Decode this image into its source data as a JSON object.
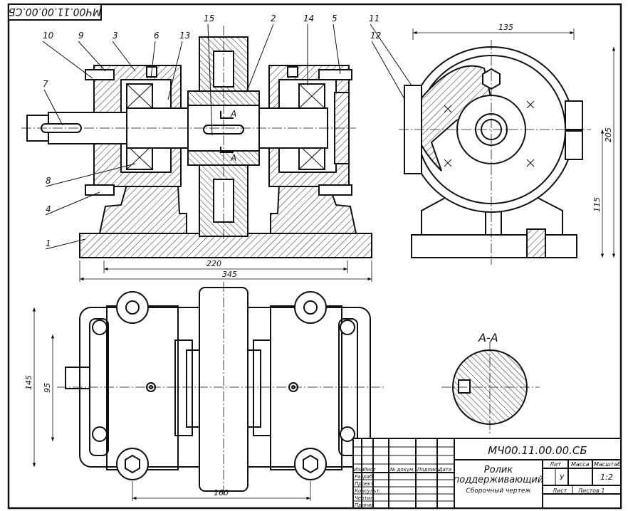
{
  "drawing": {
    "corner_code": "МЧ00.11.00.00.СБ",
    "section_title": "А-А",
    "section_mark": "А",
    "callouts": [
      "1",
      "2",
      "3",
      "4",
      "5",
      "6",
      "7",
      "8",
      "9",
      "10",
      "11",
      "12",
      "13",
      "14",
      "15"
    ],
    "dimensions": {
      "d220": "220",
      "d345": "345",
      "d135": "135",
      "d205": "205",
      "d115": "115",
      "d145": "145",
      "d95": "95",
      "d160": "160"
    }
  },
  "title_block": {
    "code": "МЧ00.11.00.00.СБ",
    "name_line1": "Ролик",
    "name_line2": "поддерживающий",
    "subtitle": "Сборочный чертеж",
    "col_izm": "Изм",
    "col_list": "Лист",
    "col_doc": "№ докум.",
    "col_sign": "Подпись",
    "col_date": "Дата",
    "row_razrab": "Разраб.",
    "row_proekt": "Проект",
    "row_konsult": "Консульт.",
    "row_chertil": "Чертил",
    "row_prinyal": "Принял",
    "hdr_lit": "Лит",
    "hdr_massa": "Масса",
    "hdr_masshtab": "Масштаб",
    "lit_value": "У",
    "scale_value": "1:2",
    "sheet_label": "Лист",
    "sheets_label": "Листов 1"
  }
}
